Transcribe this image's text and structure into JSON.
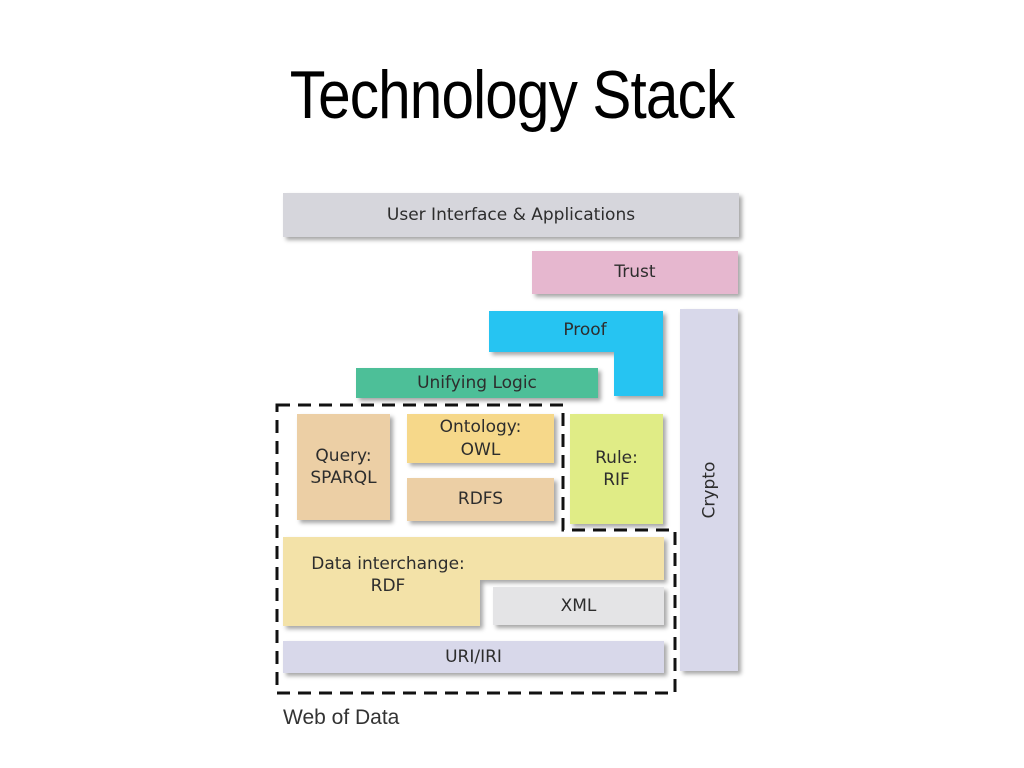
{
  "slide": {
    "title": "Technology Stack"
  },
  "diagram": {
    "layers": {
      "user_interface": "User Interface & Applications",
      "trust": "Trust",
      "proof": "Proof",
      "crypto": "Crypto",
      "unifying_logic": "Unifying Logic",
      "query": "Query:\nSPARQL",
      "ontology": "Ontology:\nOWL",
      "rdfs": "RDFS",
      "rule": "Rule:\nRIF",
      "data_interchange": "Data interchange:\nRDF",
      "xml": "XML",
      "uri": "URI/IRI"
    },
    "region_label": "Web of Data",
    "colors": {
      "user_interface": "#d6d6dc",
      "trust": "#e6b7cf",
      "proof": "#25c4f2",
      "crypto": "#d8d8ea",
      "unifying_logic": "#4dbf98",
      "query": "#eccfa5",
      "ontology": "#f6d88a",
      "rdfs": "#eccfa5",
      "rule": "#e0ec86",
      "data_interchange": "#f3e2a8",
      "xml": "#e4e4e6",
      "uri": "#d8d8ea"
    }
  }
}
